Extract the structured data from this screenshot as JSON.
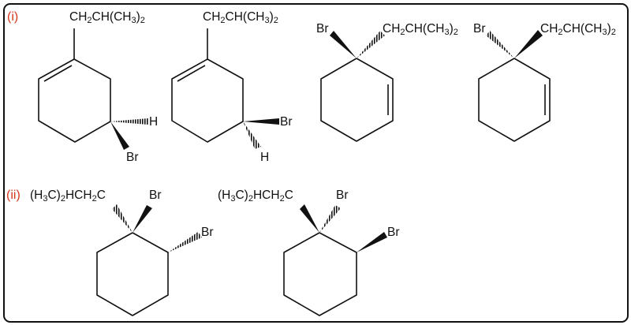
{
  "parts": [
    {
      "label": "(i)",
      "molecules": [
        {
          "substituent": "CH2CH(CH3)2",
          "hashed": "H",
          "wedged": "Br"
        },
        {
          "substituent": "CH2CH(CH3)2",
          "wedged": "Br",
          "hashed": "H"
        },
        {
          "wedged": "Br",
          "hashed": "CH2CH(CH3)2"
        },
        {
          "hashed": "Br",
          "wedged": "CH2CH(CH3)2"
        }
      ]
    },
    {
      "label": "(ii)",
      "molecules": [
        {
          "hashed": "(H3C)2HCH2C",
          "wedged": "Br",
          "c2_hashed": "Br"
        },
        {
          "wedged": "(H3C)2HCH2C",
          "hashed": "Br",
          "c2_wedged": "Br"
        }
      ]
    }
  ]
}
